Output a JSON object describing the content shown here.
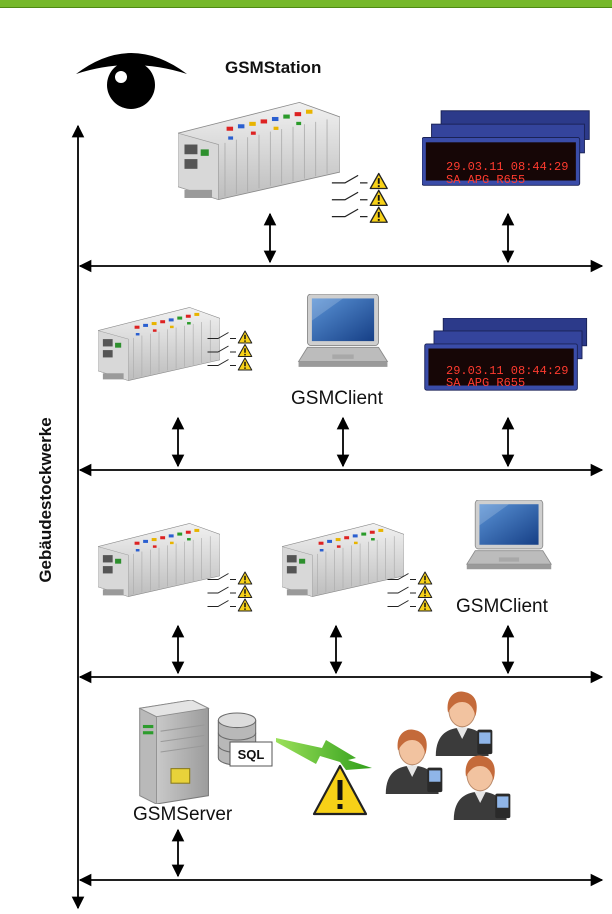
{
  "labels": {
    "station": "GSMStation",
    "client1": "GSMClient",
    "client2": "GSMClient",
    "server": "GSMServer",
    "sql": "SQL",
    "axis": "Gebäudestockwerke",
    "display_line1": "29.03.11  08:44:29",
    "display_line2": "SA APG R655"
  },
  "colors": {
    "accent": "#76b82a",
    "warning": "#f7d117",
    "display_bg": "#2c3a8a",
    "display_text": "#ff3b2f",
    "signal": "#4cb82a"
  },
  "icons": [
    "eye-icon",
    "plc-module-icon",
    "led-display-icon",
    "laptop-icon",
    "server-icon",
    "database-icon",
    "warning-icon",
    "signal-bolt-icon",
    "person-icon",
    "phone-icon"
  ]
}
